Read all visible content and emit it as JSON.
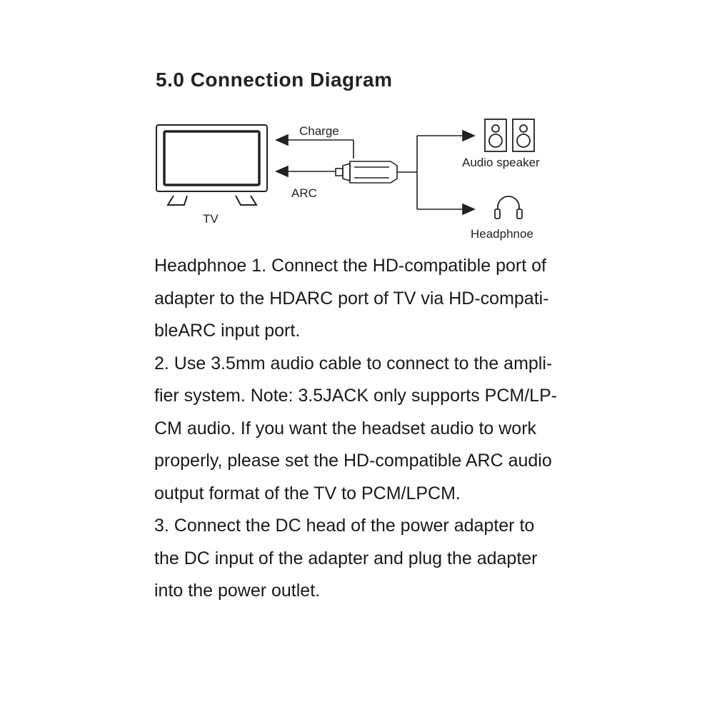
{
  "title": "5.0 Connection Diagram",
  "diagram": {
    "tv_label": "TV",
    "charge_label": "Charge",
    "arc_label": "ARC",
    "speaker_label": "Audio speaker",
    "headphone_label": "Headphnoe"
  },
  "instructions": [
    "Headphnoe 1. Connect the HD-compatible port of",
    "adapter to the HDARC port of TV via HD-compati-",
    "bleARC input port.",
    "2. Use 3.5mm audio cable to connect to the ampli-",
    "fier system. Note: 3.5JACK only supports PCM/LP-",
    "CM audio. If you want the headset audio to work",
    "properly, please set the HD-compatible ARC audio",
    "output format of the TV to PCM/LPCM.",
    "3. Connect the DC head of the power adapter to",
    "the DC input of the adapter and plug the adapter",
    "into the power outlet."
  ]
}
